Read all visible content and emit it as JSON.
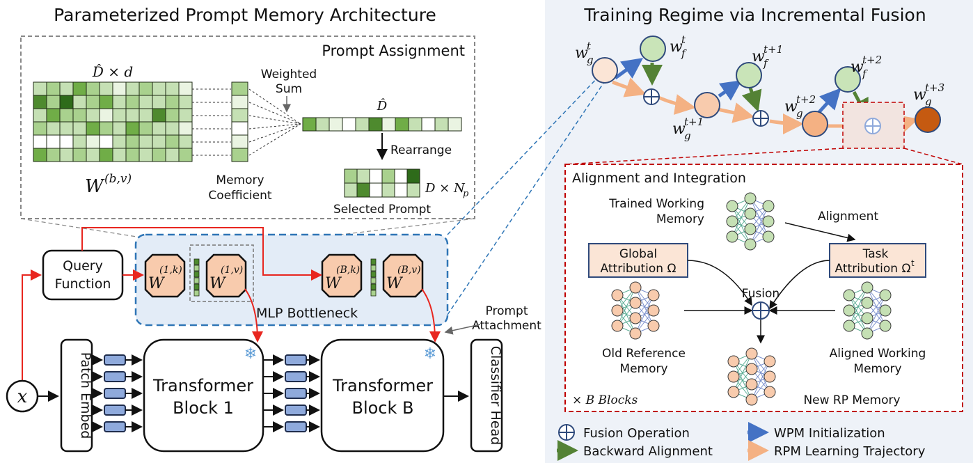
{
  "left": {
    "title": "Parameterized Prompt Memory Architecture",
    "prompt_assignment": {
      "title": "Prompt Assignment",
      "matrix_dim": "D̂ × d",
      "matrix_name": "W",
      "matrix_sup": "(b,v)",
      "weighted_sum": [
        "Weighted",
        "Sum"
      ],
      "memory_coefficient": [
        "Memory",
        "Coefficient"
      ],
      "vector_dim": "D̂",
      "rearrange": "Rearrange",
      "selected_dim": "D × N",
      "selected_dim_sub": "p",
      "selected_prompt": "Selected Prompt"
    },
    "query_function": [
      "Query",
      "Function"
    ],
    "mlp_bottleneck": "MLP Bottleneck",
    "weights": [
      {
        "sym": "W",
        "sup": "(1,k)"
      },
      {
        "sym": "W",
        "sup": "(1,v)"
      },
      {
        "sym": "W",
        "sup": "(B,k)"
      },
      {
        "sym": "W",
        "sup": "(B,v)"
      }
    ],
    "prompt_attachment": [
      "Prompt",
      "Attachment"
    ],
    "input": "x",
    "patch_embed": "Patch Embed",
    "block1": [
      "Transformer",
      "Block 1"
    ],
    "blockB": [
      "Transformer",
      "Block B"
    ],
    "classifier": "Classifier Head"
  },
  "right": {
    "title": "Training Regime via Incremental Fusion",
    "nodes": {
      "wg_t": {
        "base": "w",
        "sub": "g",
        "sup": "t"
      },
      "wf_t": {
        "base": "w",
        "sub": "f",
        "sup": "t"
      },
      "wf_t1": {
        "base": "w",
        "sub": "f",
        "sup": "t+1"
      },
      "wg_t1": {
        "base": "w",
        "sub": "g",
        "sup": "t+1"
      },
      "wg_t2": {
        "base": "w",
        "sub": "g",
        "sup": "t+2"
      },
      "wf_t2": {
        "base": "w",
        "sub": "f",
        "sup": "t+2"
      },
      "wg_t3": {
        "base": "w",
        "sub": "g",
        "sup": "t+3"
      }
    },
    "alignment_title": "Alignment and Integration",
    "trained_working": [
      "Trained Working",
      "Memory"
    ],
    "alignment": "Alignment",
    "global_attr": [
      "Global",
      "Attribution Ω"
    ],
    "task_attr": [
      "Task",
      "Attribution Ω"
    ],
    "task_attr_sup": "t",
    "fusion": "Fusion",
    "old_reference": [
      "Old Reference",
      "Memory"
    ],
    "aligned_working": [
      "Aligned Working",
      "Memory"
    ],
    "blocks": "× B Blocks",
    "new_rp": "New RP Memory"
  },
  "legend": [
    {
      "label": "Fusion Operation",
      "kind": "fusion"
    },
    {
      "label": "WPM Initialization",
      "kind": "blue-arrow",
      "color": "#4472c4"
    },
    {
      "label": "Backward Alignment",
      "kind": "green-arrow",
      "color": "#548235"
    },
    {
      "label": "RPM Learning Trajectory",
      "kind": "orange-arrow",
      "color": "#f4b183"
    }
  ]
}
